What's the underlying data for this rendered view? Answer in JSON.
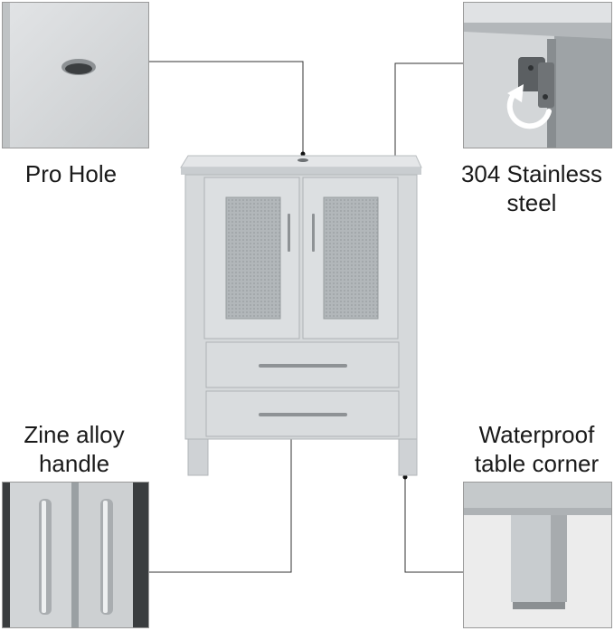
{
  "features": {
    "pro_hole": {
      "lines": [
        "Pro Hole"
      ]
    },
    "stainless": {
      "lines": [
        "304 Stainless",
        "steel"
      ]
    },
    "handle": {
      "lines": [
        "Zine alloy",
        "handle"
      ]
    },
    "corner": {
      "lines": [
        "Waterproof",
        "table corner"
      ]
    }
  },
  "colors": {
    "cabinet": "#d6d9db",
    "cabinet_shadow": "#b9bdc0",
    "glass": "#aeb3b6",
    "leader_line": "#333333",
    "accent_arrow": "#ffffff"
  },
  "icons": {
    "hinge_rotation": "rotate-arrow-icon"
  }
}
